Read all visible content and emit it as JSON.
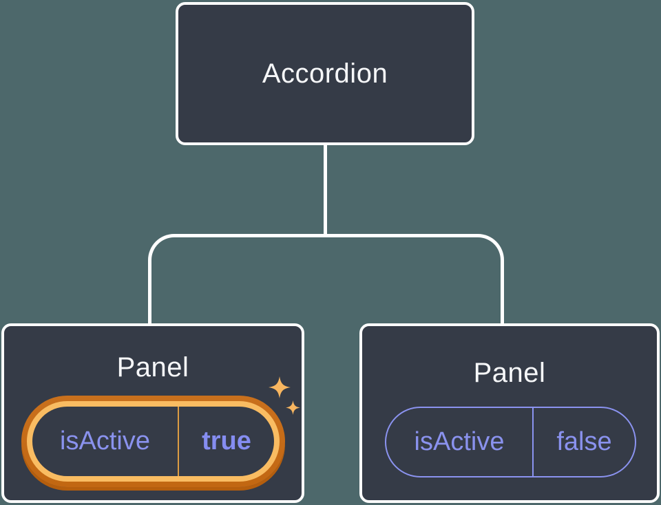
{
  "diagram": {
    "description": "React component tree: Accordion parent with two Panel children holding isActive state",
    "colors": {
      "background": "#4d686b",
      "node_fill": "#353b47",
      "node_border": "#ffffff",
      "connector": "#ffffff",
      "title_text": "#f6f7f9",
      "state_purple": "#8a92ee",
      "pill_border_purple": "#8b93f0",
      "highlight_ring_outer": "#c9701d",
      "highlight_ring_inner": "#f9bc62",
      "highlight_divider": "#dd9c42",
      "sparkle": "#f8b660"
    },
    "root": {
      "label": "Accordion"
    },
    "panels": [
      {
        "label": "Panel",
        "state_key": "isActive",
        "state_value": "true",
        "highlighted": true
      },
      {
        "label": "Panel",
        "state_key": "isActive",
        "state_value": "false",
        "highlighted": false
      }
    ]
  }
}
